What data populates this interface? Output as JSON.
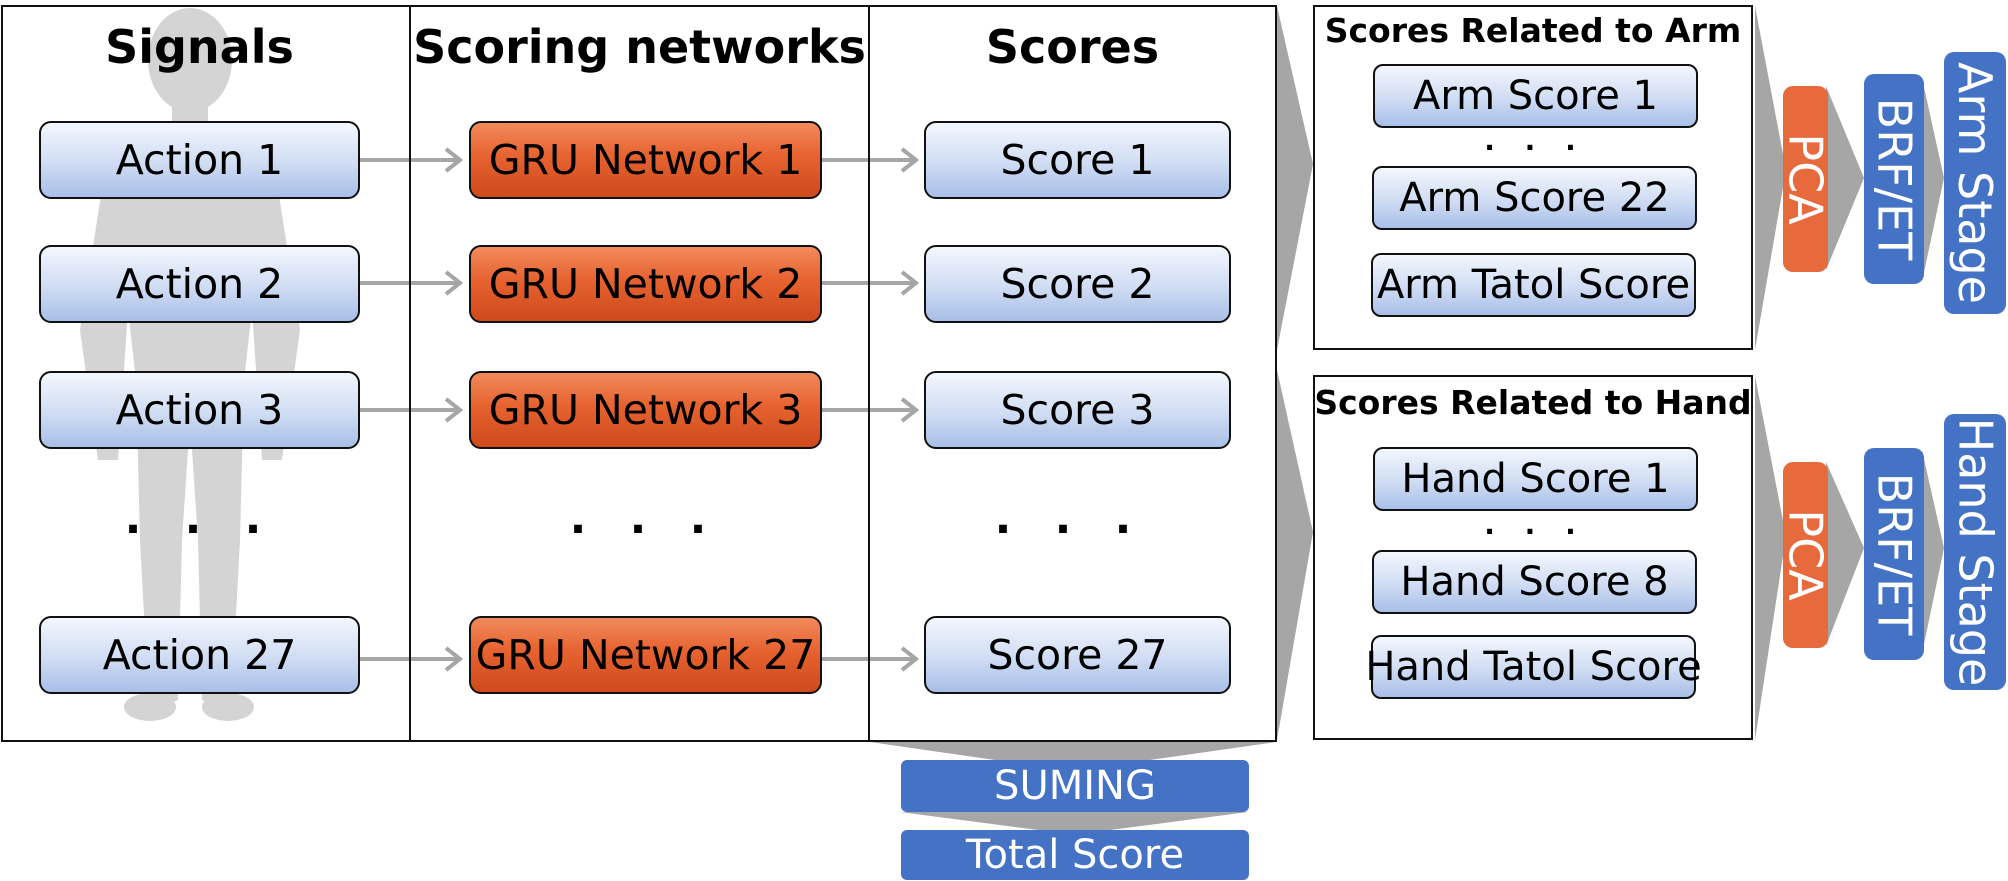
{
  "columns": {
    "signals_title": "Signals",
    "networks_title": "Scoring networks",
    "scores_title": "Scores"
  },
  "rows": [
    {
      "action": "Action 1",
      "network": "GRU Network 1",
      "score": "Score 1"
    },
    {
      "action": "Action 2",
      "network": "GRU Network 2",
      "score": "Score 2"
    },
    {
      "action": "Action 3",
      "network": "GRU Network 3",
      "score": "Score 3"
    },
    {
      "action": "Action 27",
      "network": "GRU Network 27",
      "score": "Score 27"
    }
  ],
  "ellipsis": "· · ·",
  "arm": {
    "title": "Scores Related to Arm",
    "items": [
      "Arm Score 1",
      "Arm Score 22",
      "Arm Tatol Score"
    ],
    "pca": "PCA",
    "model": "BRF/ET",
    "stage": "Arm Stage"
  },
  "hand": {
    "title": "Scores Related to Hand",
    "items": [
      "Hand Score 1",
      "Hand Score 8",
      "Hand Tatol Score"
    ],
    "pca": "PCA",
    "model": "BRF/ET",
    "stage": "Hand Stage"
  },
  "summing": "SUMING",
  "total": "Total Score",
  "colors": {
    "orange": "#e76a3c",
    "blue": "#4472c4",
    "arrow_gray": "#a6a6a6",
    "silhouette": "#d4d4d4"
  }
}
